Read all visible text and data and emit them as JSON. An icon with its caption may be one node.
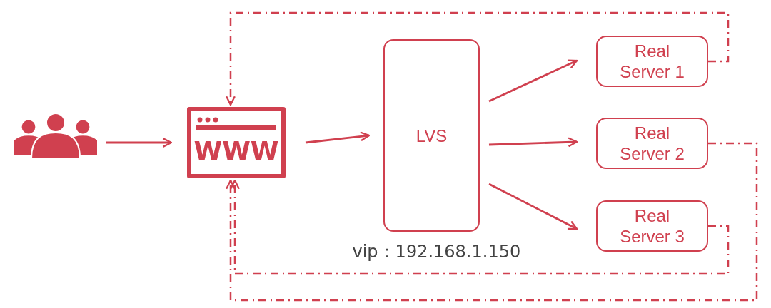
{
  "diagram": {
    "nodes": [
      {
        "text": [],
        "shape": "person"
      },
      {
        "text": [
          "WWW"
        ]
      },
      {
        "text": [
          "LVS"
        ],
        "beside": [
          "vip：192.168.1.150"
        ]
      },
      {
        "text": [
          "Real Server 1"
        ]
      },
      {
        "text": [
          "Real Server 2"
        ]
      },
      {
        "text": [
          "Real Server 3"
        ]
      }
    ],
    "edges": [
      {
        "from": 0,
        "to": 1,
        "arrow": "to"
      },
      {
        "from": 1,
        "to": 2,
        "arrow": "to"
      },
      {
        "from": 2,
        "to": 3,
        "arrow": "to"
      },
      {
        "from": 2,
        "to": 4,
        "arrow": "to"
      },
      {
        "from": 2,
        "to": 5,
        "arrow": "to"
      },
      {
        "from": 3,
        "to": 1,
        "arrow": "to",
        "style": "dashed"
      },
      {
        "from": 4,
        "to": 1,
        "arrow": "to",
        "style": "dashed"
      },
      {
        "from": 5,
        "to": 1,
        "arrow": "to",
        "style": "dashed"
      }
    ]
  }
}
